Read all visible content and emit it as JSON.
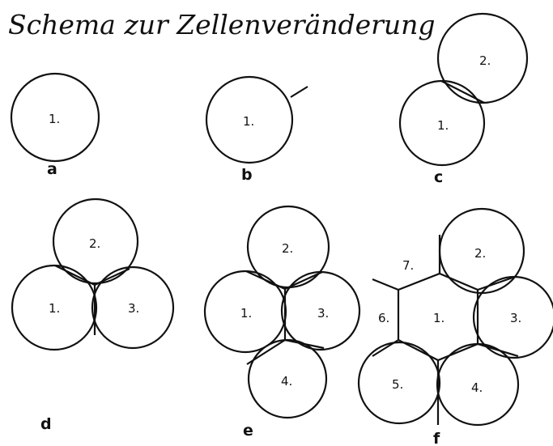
{
  "title": "Schema zur Zellenveränderung",
  "panels": {
    "a": {
      "letter": "a",
      "cells": [
        "1."
      ]
    },
    "b": {
      "letter": "b",
      "cells": [
        "1."
      ]
    },
    "c": {
      "letter": "c",
      "cells": [
        "1.",
        "2."
      ]
    },
    "d": {
      "letter": "d",
      "cells": [
        "1.",
        "2.",
        "3."
      ]
    },
    "e": {
      "letter": "e",
      "cells": [
        "1.",
        "2.",
        "3.",
        "4."
      ]
    },
    "f": {
      "letter": "f",
      "cells": [
        "1.",
        "2.",
        "3.",
        "4.",
        "5.",
        "6.",
        "7."
      ]
    }
  }
}
